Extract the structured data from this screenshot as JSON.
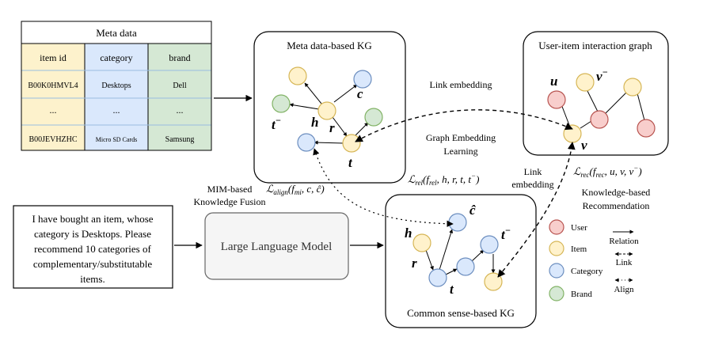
{
  "meta_table": {
    "title": "Meta data",
    "headers": [
      "item id",
      "category",
      "brand"
    ],
    "rows": [
      [
        "B00K0HMVL4",
        "Desktops",
        "Dell"
      ],
      [
        "...",
        "...",
        "..."
      ],
      [
        "B00JEVHZHC",
        "Micro SD Cards",
        "Samsung"
      ]
    ],
    "column_colors": [
      "#fdf2cc",
      "#dae8fc",
      "#d5e8d4"
    ]
  },
  "meta_kg": {
    "title": "Meta data-based KG",
    "labels": {
      "h": "h",
      "r": "r",
      "t": "t",
      "c": "c",
      "t_neg": "t",
      "t_neg_sup": "−"
    }
  },
  "interaction_graph": {
    "title": "User-item interaction graph",
    "labels": {
      "u": "u",
      "v": "v",
      "v_neg": "v",
      "v_neg_sup": "−"
    }
  },
  "common_kg": {
    "title": "Common sense-based KG",
    "labels": {
      "h": "h",
      "r": "r",
      "t": "t",
      "c_hat": "ĉ",
      "t_neg": "t",
      "t_neg_sup": "−"
    }
  },
  "prompt_text": [
    "I have bought an item, whose",
    "category is Desktops. Please",
    "recommend 10 categories of",
    "complementary/substitutable",
    "items."
  ],
  "llm_label": "Large Language Model",
  "annotations": {
    "link_embedding_top": "Link embedding",
    "graph_embedding": [
      "Graph Embedding",
      "Learning"
    ],
    "link_embedding_mid": [
      "Link",
      "embedding"
    ],
    "mim_fusion": [
      "MIM-based",
      "Knowledge Fusion"
    ],
    "kb_rec": [
      "Knowledge-based",
      "Recommendation"
    ]
  },
  "formulas": {
    "align": {
      "L": "ℒ",
      "sub": "align",
      "args": "(f",
      "fsub": "mi",
      "rest": ", c, ĉ)"
    },
    "rel": {
      "L": "ℒ",
      "sub": "rel",
      "args": "(f",
      "fsub": "rel",
      "rest": ", h, r, t, t",
      "sup": "−",
      "close": ")"
    },
    "rec": {
      "L": "ℒ",
      "sub": "rec",
      "args": "(f",
      "fsub": "rec",
      "rest": ", u, v, v",
      "sup": "−",
      "close": ")"
    }
  },
  "legend": {
    "nodes": [
      {
        "label": "User",
        "fill": "#f8cecc",
        "stroke": "#b85450"
      },
      {
        "label": "Item",
        "fill": "#fff2cc",
        "stroke": "#d6b656"
      },
      {
        "label": "Category",
        "fill": "#dae8fc",
        "stroke": "#6c8ebf"
      },
      {
        "label": "Brand",
        "fill": "#d5e8d4",
        "stroke": "#82b366"
      }
    ],
    "relations": [
      "Relation",
      "Link",
      "Align"
    ]
  }
}
